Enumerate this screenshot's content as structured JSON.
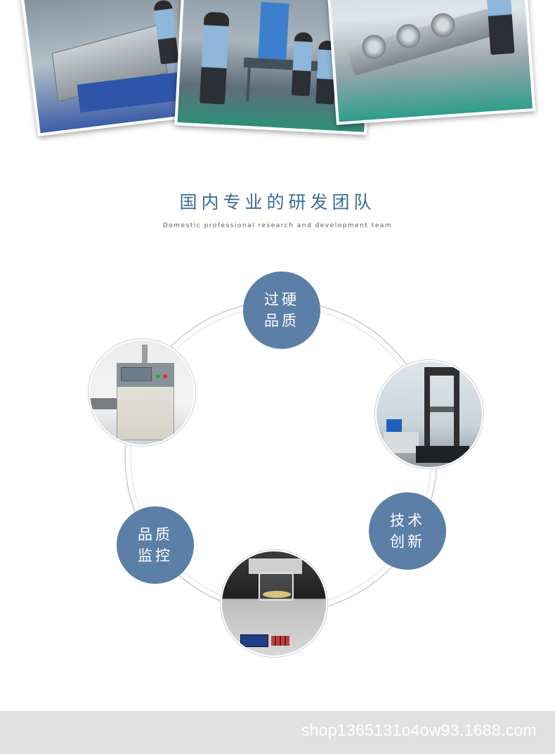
{
  "section": {
    "title_cn": "国内专业的研发团队",
    "title_en": "Domestic professional research and development team"
  },
  "nodes": {
    "top": "过硬品质",
    "right": "技术创新",
    "left": "品质监控"
  },
  "colors": {
    "accent": "#5b7fa6",
    "title": "#3f6a95",
    "ring": "#c5ccd5",
    "footer_bg": "#e1e1e1"
  },
  "footer": {
    "watermark": "shop1365131o4ow93.1688.com"
  }
}
